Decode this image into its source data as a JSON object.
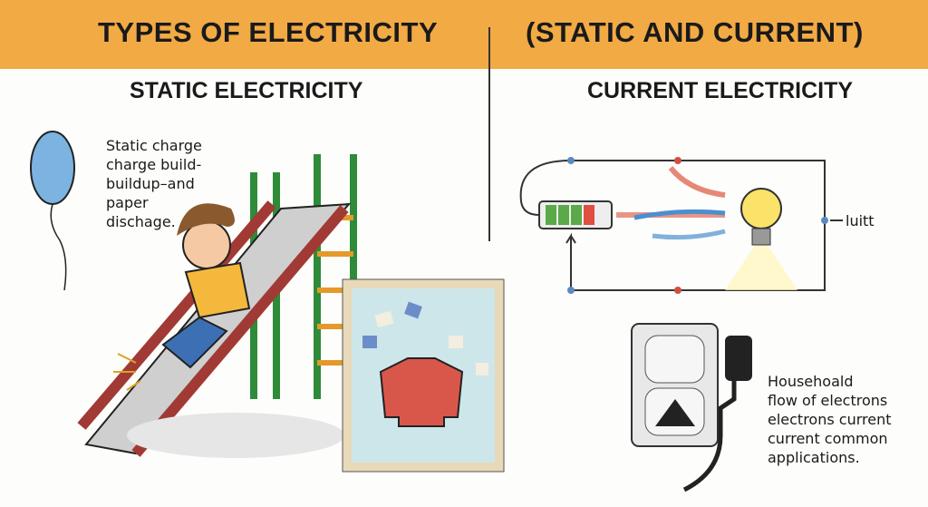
{
  "banner": {
    "left_title": "TYPES OF ELECTRICITY",
    "right_title": "(STATIC AND CURRENT)",
    "color": "#f2aa45"
  },
  "static": {
    "heading": "STATIC ELECTRICITY",
    "caption": "Static charge\ncharge build-\nbuildup–and\npaper\ndischage."
  },
  "current": {
    "heading": "CURRENT ELECTRICITY",
    "bulb_label": "luitt",
    "caption": "Househoald\nflow of electrons\nelectrons current\ncurrent common\napplications."
  }
}
